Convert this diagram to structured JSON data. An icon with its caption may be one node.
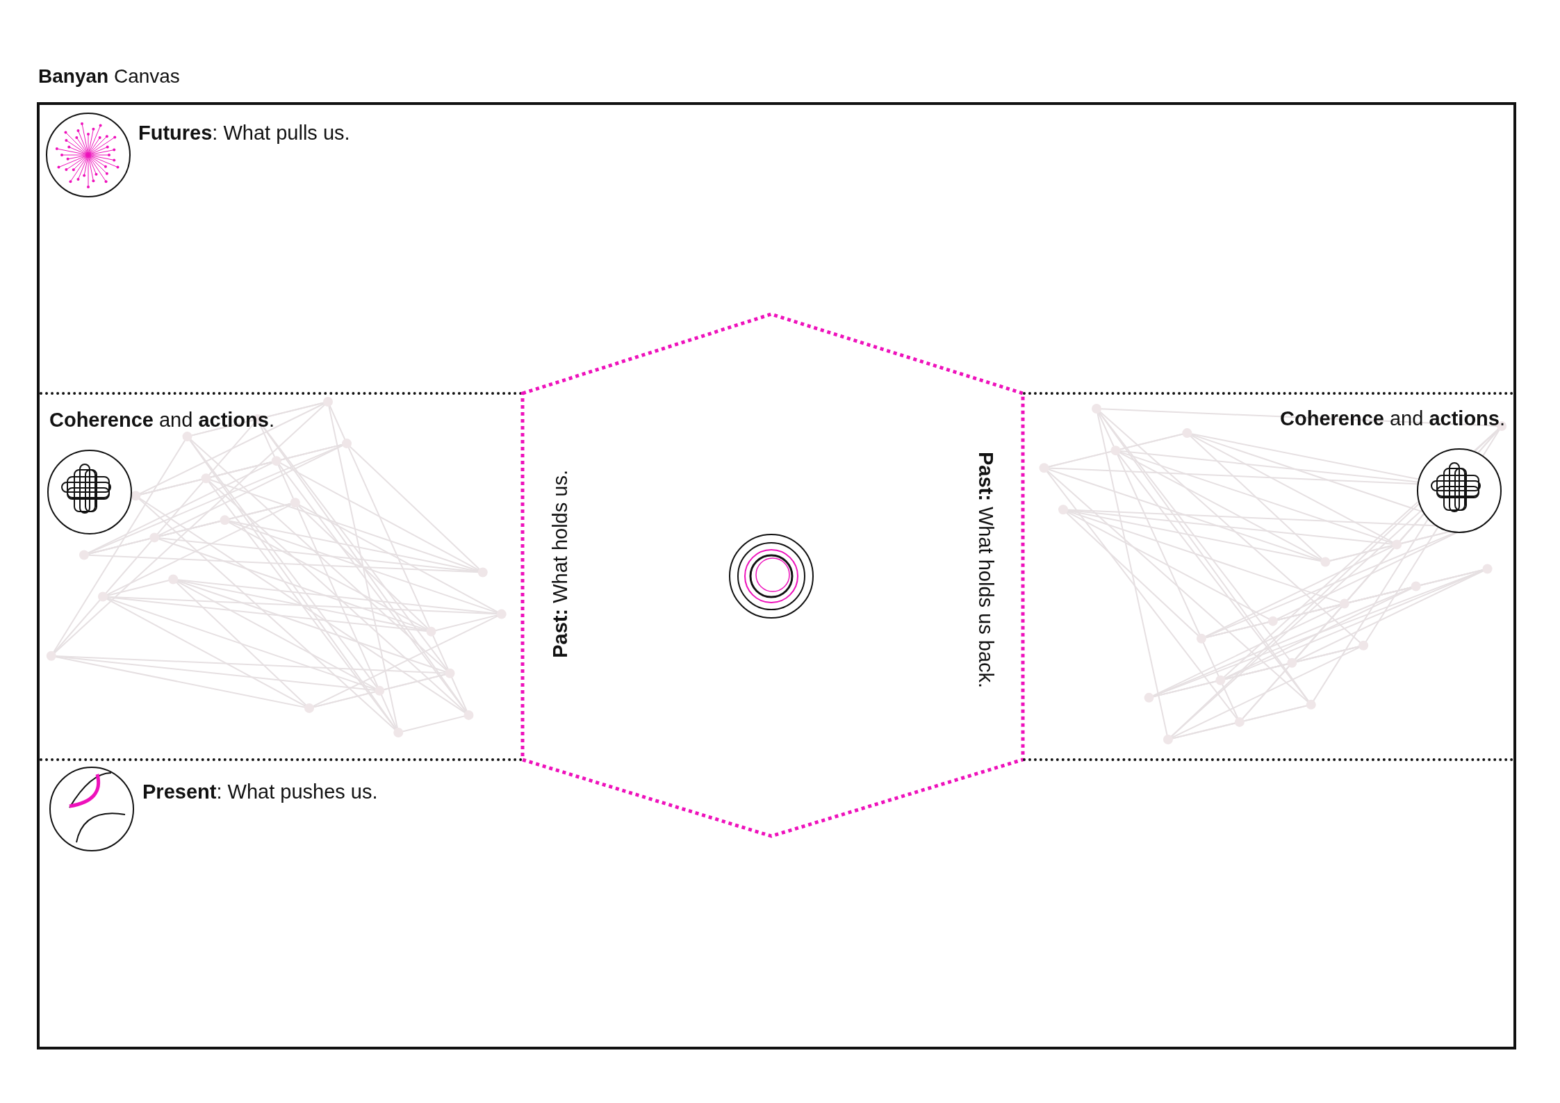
{
  "diagram": {
    "title": "**Banyan** Canvas",
    "nodes": [
      {
        "text": [
          "**Futures**: What pulls us."
        ]
      },
      {
        "text": [
          "**Coherence** and **actions**."
        ]
      },
      {
        "text": [
          "**Past:** What holds us.",
          "**Past:** What holds us back."
        ]
      },
      {
        "text": [
          "**Coherence** and **actions**."
        ]
      },
      {
        "text": [
          "**Present**: What pushes us."
        ]
      }
    ],
    "edges": []
  }
}
